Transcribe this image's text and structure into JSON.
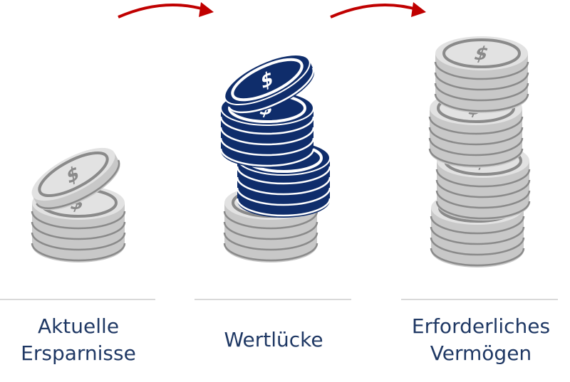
{
  "columns": [
    {
      "label_lines": [
        "Aktuelle",
        "Ersparnisse"
      ],
      "coin_color": "gray"
    },
    {
      "label_lines": [
        "Wertlücke"
      ],
      "coin_color": "navy"
    },
    {
      "label_lines": [
        "Erforderliches",
        "Vermögen"
      ],
      "coin_color": "gray"
    }
  ],
  "colors": {
    "navy": "#0f2d6b",
    "gray": "#c8c8c8",
    "arrow": "#c00000",
    "text": "#1f3864"
  },
  "coin_symbol": "$"
}
